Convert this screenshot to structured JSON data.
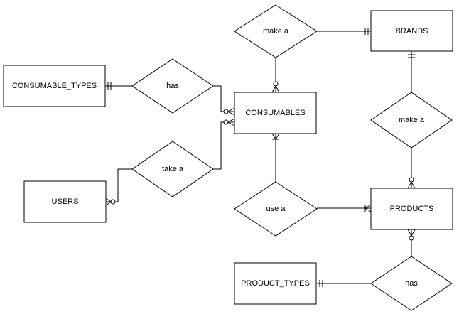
{
  "entities": {
    "consumable_types": "CONSUMABLE_TYPES",
    "consumables": "CONSUMABLES",
    "brands": "BRANDS",
    "users": "USERS",
    "products": "PRODUCTS",
    "product_types": "PRODUCT_TYPES"
  },
  "relationships": {
    "make_a_top": "make a",
    "has_left": "has",
    "take_a": "take a",
    "use_a": "use a",
    "make_a_right": "make a",
    "has_bottom": "has"
  }
}
